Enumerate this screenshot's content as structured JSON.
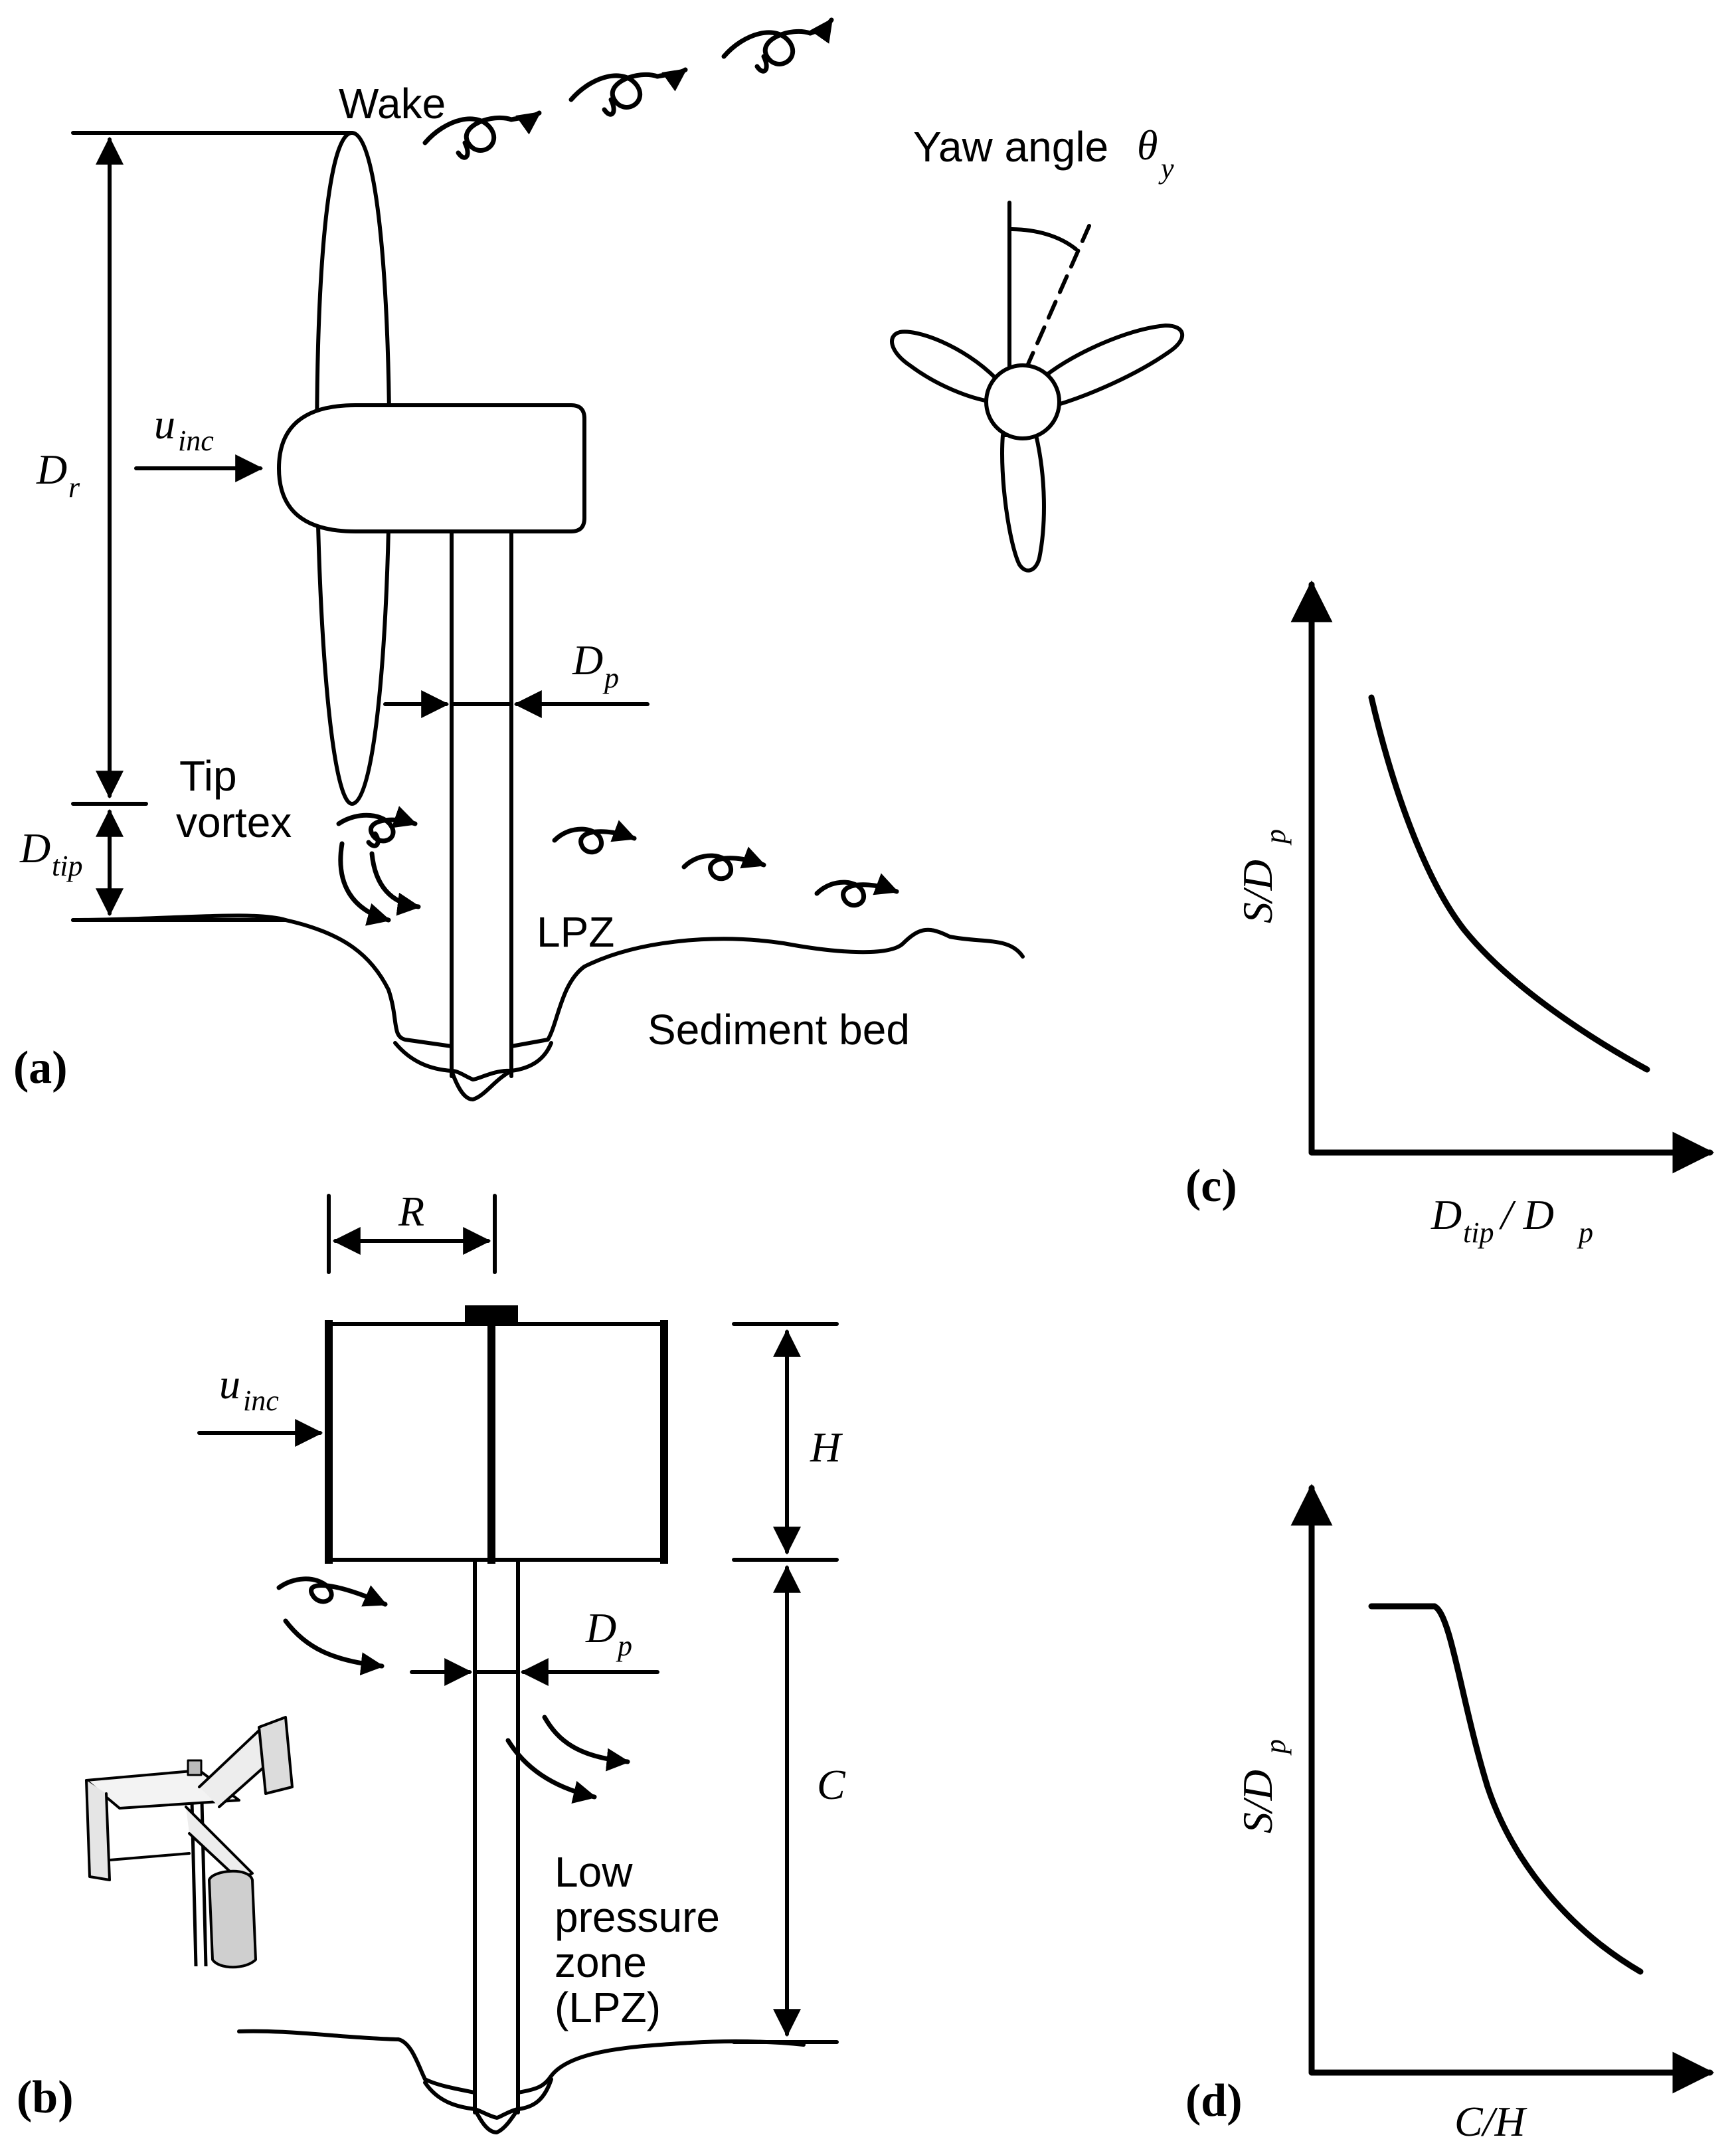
{
  "panels": {
    "a": {
      "label": "(a)",
      "wake": "Wake",
      "yaw_prefix": "Yaw angle",
      "yaw_symbol": "θ",
      "yaw_sub": "y",
      "u": "u",
      "u_sub": "inc",
      "dr": "D",
      "dr_sub": "r",
      "dp": "D",
      "dp_sub": "p",
      "tip_line1": "Tip",
      "tip_line2": "vortex",
      "dtip": "D",
      "dtip_sub": "tip",
      "lpz": "LPZ",
      "sediment": "Sediment bed"
    },
    "b": {
      "label": "(b)",
      "r": "R",
      "u": "u",
      "u_sub": "inc",
      "h": "H",
      "dp": "D",
      "dp_sub": "p",
      "c": "C",
      "lpz_lines": [
        "Low",
        "pressure",
        "zone",
        "(LPZ)"
      ]
    },
    "c": {
      "label": "(c)",
      "ylabel_main": "S/D",
      "ylabel_sub": "p",
      "xlabel_a": "D",
      "xlabel_a_sub": "tip",
      "xlabel_b": " / D",
      "xlabel_b_sub": "p",
      "curve_shape": "monotonic decreasing"
    },
    "d": {
      "label": "(d)",
      "ylabel_main": "S/D",
      "ylabel_sub": "p",
      "xlabel": "C/H",
      "curve_shape": "plateau then decreasing"
    }
  }
}
